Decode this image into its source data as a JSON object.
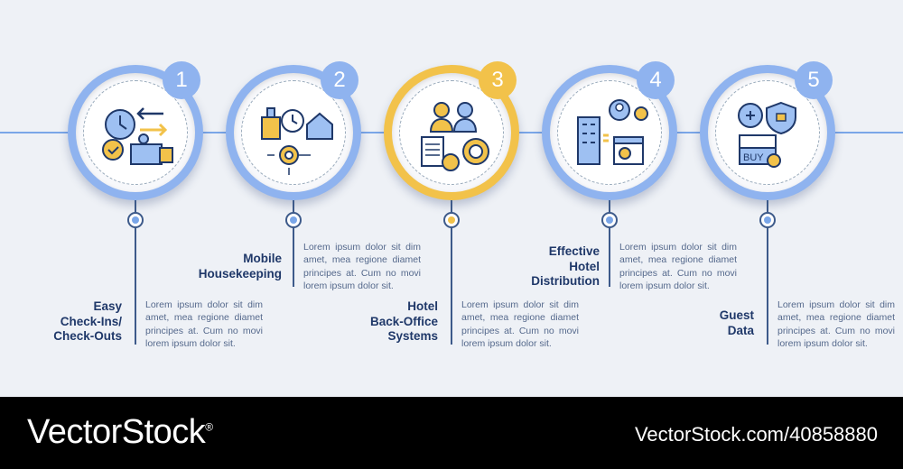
{
  "steps": [
    {
      "number": "1",
      "title_lines": [
        "Easy",
        "Check-Ins/",
        "Check-Outs"
      ],
      "description": "Lorem ipsum dolor sit dim amet, mea regione diamet principes at. Cum no movi lorem ipsum dolor sit.",
      "icon": "check-in-icon"
    },
    {
      "number": "2",
      "title_lines": [
        "Mobile",
        "Housekeeping"
      ],
      "description": "Lorem ipsum dolor sit dim amet, mea regione diamet principes at. Cum no movi lorem ipsum dolor sit.",
      "icon": "housekeeping-icon"
    },
    {
      "number": "3",
      "title_lines": [
        "Hotel",
        "Back-Office",
        "Systems"
      ],
      "description": "Lorem ipsum dolor sit dim amet, mea regione diamet principes at. Cum no movi lorem ipsum dolor sit.",
      "icon": "back-office-icon"
    },
    {
      "number": "4",
      "title_lines": [
        "Effective",
        "Hotel",
        "Distribution"
      ],
      "description": "Lorem ipsum dolor sit dim amet, mea regione diamet principes at. Cum no movi lorem ipsum dolor sit.",
      "icon": "distribution-icon"
    },
    {
      "number": "5",
      "title_lines": [
        "Guest",
        "Data"
      ],
      "description": "Lorem ipsum dolor sit dim amet, mea regione diamet principes at. Cum no movi lorem ipsum dolor sit.",
      "icon": "guest-data-icon"
    }
  ],
  "colors": {
    "accent": "#8fb3ef",
    "highlight": "#f2c24a",
    "title": "#1f3869",
    "text": "#55698c"
  },
  "footer": {
    "brand": "VectorStock",
    "registered": "®",
    "image_id": "VectorStock.com/40858880"
  }
}
